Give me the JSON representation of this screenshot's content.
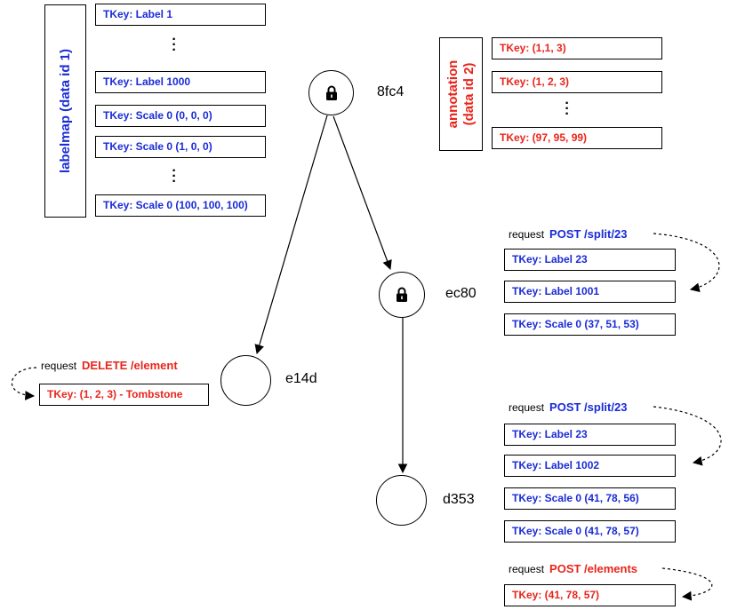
{
  "labelmap_panel": {
    "title": "labelmap (data id 1)",
    "rows": [
      "TKey: Label 1",
      "TKey: Label 1000",
      "TKey: Scale 0 (0, 0, 0)",
      "TKey: Scale 0 (1, 0, 0)",
      "TKey: Scale 0 (100, 100, 100)"
    ]
  },
  "annotation_panel": {
    "title_line1": "annotation",
    "title_line2": "(data id 2)",
    "rows": [
      "TKey: (1,1, 3)",
      "TKey: (1, 2, 3)",
      "TKey: (97, 95, 99)"
    ]
  },
  "nodes": [
    {
      "label": "8fc4",
      "locked": true,
      "lock_icon": "padlock-icon"
    },
    {
      "label": "ec80",
      "locked": true,
      "lock_icon": "padlock-icon"
    },
    {
      "label": "e14d",
      "locked": false
    },
    {
      "label": "d353",
      "locked": false
    }
  ],
  "requests": {
    "delete_element": {
      "prefix": "request",
      "verb": "DELETE /element",
      "rows": [
        "TKey: (1, 2, 3) - Tombstone"
      ]
    },
    "split_ec80": {
      "prefix": "request",
      "verb": "POST /split/23",
      "rows": [
        "TKey: Label 23",
        "TKey: Label 1001",
        "TKey: Scale 0 (37, 51, 53)"
      ]
    },
    "split_d353": {
      "prefix": "request",
      "verb": "POST /split/23",
      "rows": [
        "TKey: Label 23",
        "TKey: Label 1002",
        "TKey: Scale 0 (41, 78, 56)",
        "TKey: Scale 0 (41, 78, 57)"
      ]
    },
    "post_elements": {
      "prefix": "request",
      "verb": "POST /elements",
      "rows": [
        "TKey: (41, 78, 57)"
      ]
    }
  },
  "colors": {
    "labelmap": "#1a2bd6",
    "annotation": "#e8251b",
    "line": "#000000"
  }
}
